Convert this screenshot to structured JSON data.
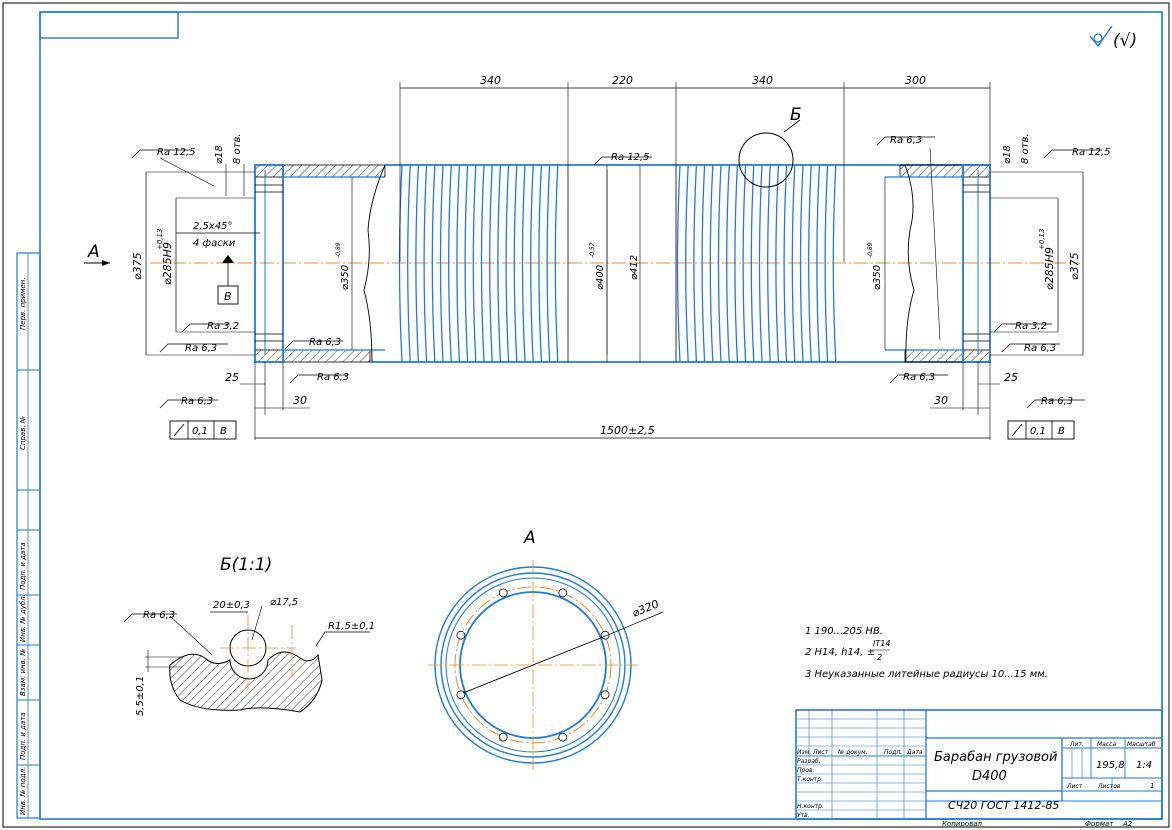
{
  "roughness_general": "(√)",
  "main_view": {
    "dims_top": [
      "340",
      "220",
      "340",
      "300"
    ],
    "detail_callout": "Б",
    "view_arrow": "A",
    "datum": "B",
    "chamfer": "2,5x45°",
    "chamfer_count": "4 фаски",
    "holes_dia": "⌀18",
    "holes_count": "8 отв.",
    "d375": "⌀375",
    "d285": "⌀285H9",
    "d285_tol": "+0,13",
    "d350": "⌀350",
    "d350_tol": "-0,89",
    "d400": "⌀400",
    "d400_tol": "-0,57",
    "d412": "⌀412",
    "ra125": "Ra 12,5",
    "ra63": "Ra 6,3",
    "ra32": "Ra 3,2",
    "dim25": "25",
    "dim30": "30",
    "overall": "1500±2,5",
    "runout_tol": "0,1",
    "runout_datum": "B"
  },
  "detail_view": {
    "title": "Б(1:1)",
    "ra": "Ra 6,3",
    "pitch": "20±0,3",
    "groove_dia": "⌀17,5",
    "radius": "R1,5±0,1",
    "depth": "5,5±0,1"
  },
  "end_view": {
    "title": "A",
    "pcd": "⌀320"
  },
  "notes": [
    "1  190...205 HB.",
    "2  H14, h14, ±",
    "3  Неуказанные литейные радиусы 10...15 мм."
  ],
  "note2_frac_top": "IT14",
  "note2_frac_bottom": "2",
  "side_stamps": [
    "Перв. примен.",
    "Справ. №",
    "Подп. и дата",
    "Инв. № дубл.",
    "Взам. инв. №",
    "Подп. и дата",
    "Инв. № подл."
  ],
  "title_block": {
    "name_line1": "Барабан грузовой",
    "name_line2": "D400",
    "material": "СЧ20 ГОСТ 1412-85",
    "mass": "195,8",
    "scale": "1:4",
    "headers": {
      "lit": "Лит.",
      "mass": "Масса",
      "scale": "Масштаб",
      "sheet": "Лист",
      "sheets": "Листов",
      "sheets_val": "1"
    },
    "rows": [
      "Изм.",
      "Лист",
      "№ докум.",
      "Подп.",
      "Дата"
    ],
    "roles": [
      "Разраб.",
      "Пров.",
      "Т.контр.",
      "",
      "Н.контр.",
      "Утв."
    ],
    "copied": "Копировал",
    "format": "Формат",
    "format_val": "A2"
  }
}
